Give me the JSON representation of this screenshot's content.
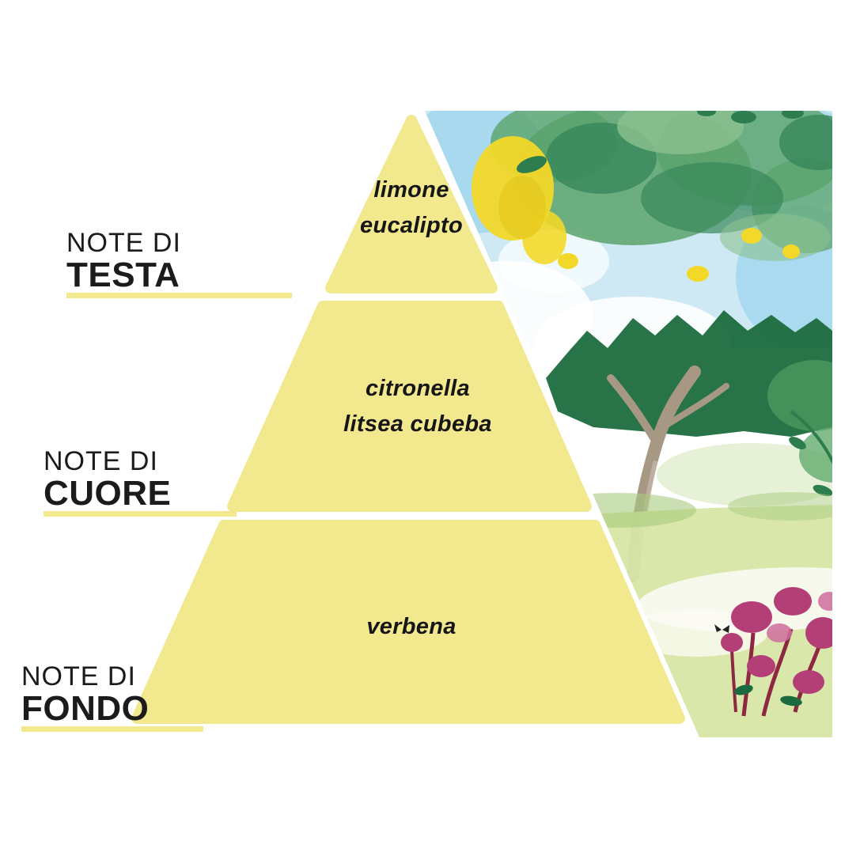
{
  "diagram": {
    "type": "olfactory-pyramid",
    "sections": [
      {
        "id": "testa",
        "label_line1": "NOTE DI",
        "label_line2": "TESTA",
        "notes": [
          "limone",
          "eucalipto"
        ]
      },
      {
        "id": "cuore",
        "label_line1": "NOTE DI",
        "label_line2": "CUORE",
        "notes": [
          "citronella",
          "litsea cubeba"
        ]
      },
      {
        "id": "fondo",
        "label_line1": "NOTE DI",
        "label_line2": "FONDO",
        "notes": [
          "verbena"
        ]
      }
    ]
  },
  "colors": {
    "pyramid_yellow": "#f2e98e",
    "label_text": "#1b1b1b",
    "note_text": "#161616",
    "sky_blue": "#b5def0",
    "tree_green": "#5aa36b",
    "dark_green": "#1c6b3e",
    "lemon_yellow": "#f2d829",
    "grass_green": "#d7e6a6",
    "trunk_taupe": "#a79884",
    "flower_pink": "#b43e76"
  }
}
